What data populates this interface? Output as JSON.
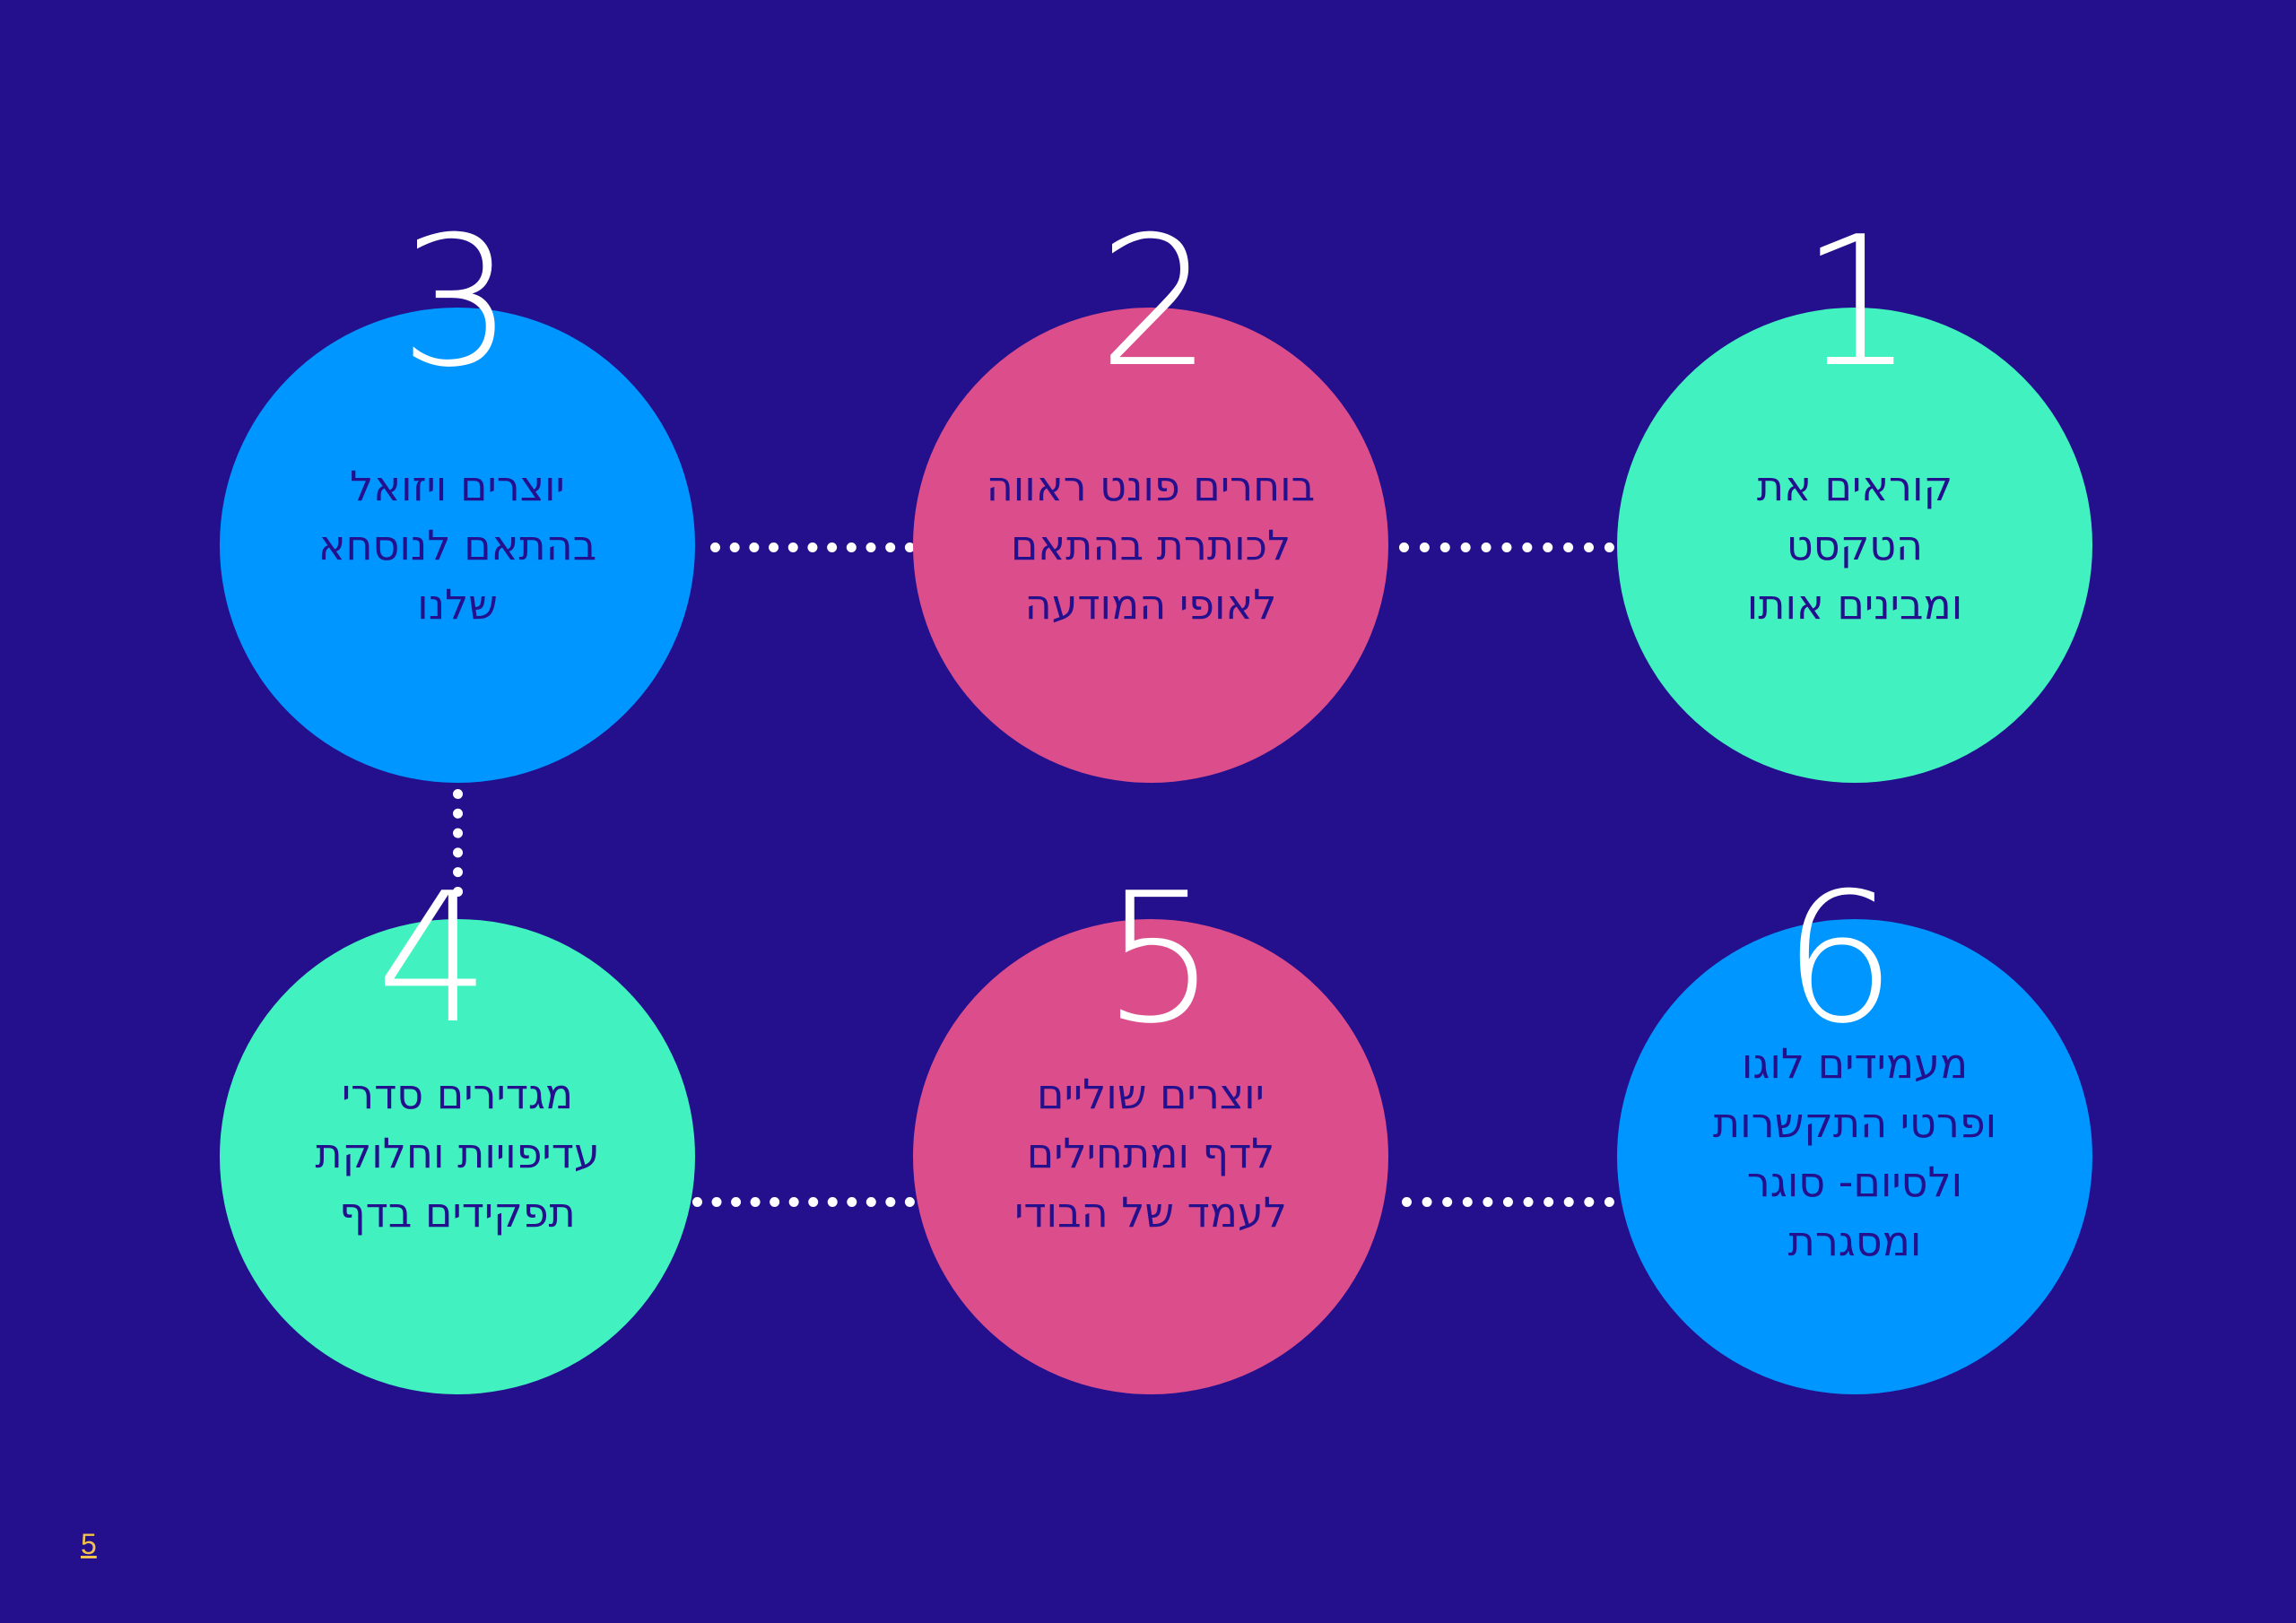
{
  "colors": {
    "background": "#24108c",
    "green": "#41f2c0",
    "pink": "#dc4d8c",
    "blue": "#0096ff",
    "text": "#24108c",
    "number": "#ffffff",
    "page_number": "#f2c14e"
  },
  "steps": [
    {
      "number": "1",
      "text": "קוראים את\nהטקסט\nומבינים אותו",
      "color": "#41f2c0"
    },
    {
      "number": "2",
      "text": "בוחרים פונט ראווה\nלכותרת בהתאם\nלאופי המודעה",
      "color": "#dc4d8c"
    },
    {
      "number": "3",
      "text": "יוצרים ויזואל\nבהתאם לנוסחא\nשלנו",
      "color": "#0096ff"
    },
    {
      "number": "4",
      "text": "מגדירים סדרי\nעדיפויות וחלוקת\nתפקידים בדף",
      "color": "#41f2c0"
    },
    {
      "number": "5",
      "text": "יוצרים שוליים\nלדף ומתחילים\nלעמד של הבודי",
      "color": "#dc4d8c"
    },
    {
      "number": "6",
      "text": "מעמידים לוגו\nופרטי התקשרות\nולסיום- סוגר\nומסגרת",
      "color": "#0096ff"
    }
  ],
  "page_number": "5"
}
